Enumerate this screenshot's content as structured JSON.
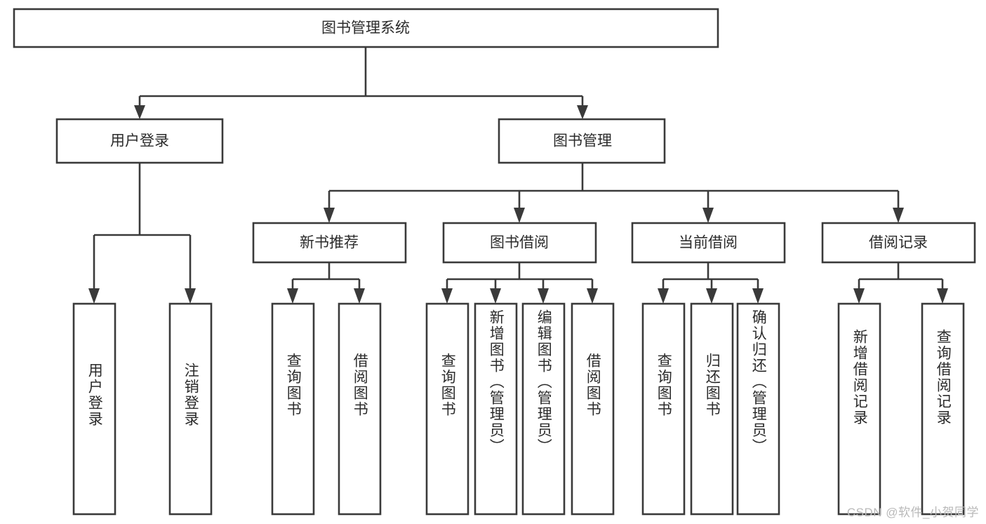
{
  "diagram": {
    "type": "tree-hierarchy",
    "title": "图书管理系统",
    "watermark": "CSDN @软件_小贺同学",
    "colors": {
      "stroke": "#3a3a3a",
      "fill": "#ffffff",
      "text": "#2b2b2b",
      "watermark": "#b9b9b9"
    },
    "levels": {
      "root": {
        "label": "图书管理系统"
      },
      "level2": [
        {
          "label": "用户登录"
        },
        {
          "label": "图书管理"
        }
      ],
      "level3": [
        {
          "label": "新书推荐"
        },
        {
          "label": "图书借阅"
        },
        {
          "label": "当前借阅"
        },
        {
          "label": "借阅记录"
        }
      ],
      "leaves": {
        "user_login": [
          {
            "label": "用户登录"
          },
          {
            "label": "注销登录"
          }
        ],
        "new_book_recommend": [
          {
            "label": "查询图书"
          },
          {
            "label": "借阅图书"
          }
        ],
        "book_borrow": [
          {
            "label": "查询图书"
          },
          {
            "label": "新增图书（管理员）"
          },
          {
            "label": "编辑图书（管理员）"
          },
          {
            "label": "借阅图书"
          }
        ],
        "current_borrow": [
          {
            "label": "查询图书"
          },
          {
            "label": "归还图书"
          },
          {
            "label": "确认归还（管理员）"
          }
        ],
        "borrow_records": [
          {
            "label": "新增借阅记录"
          },
          {
            "label": "查询借阅记录"
          }
        ]
      }
    }
  }
}
